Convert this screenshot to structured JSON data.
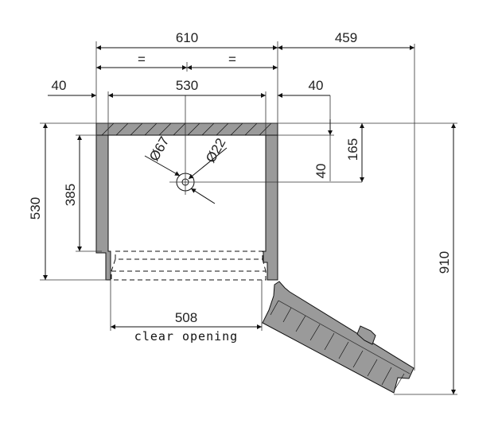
{
  "dimensions": {
    "overall_width": "610",
    "equal_left": "=",
    "equal_right": "=",
    "extension_width": "459",
    "left_offset": "40",
    "inner_width": "530",
    "right_offset": "40",
    "overall_depth_left": "530",
    "inner_depth": "385",
    "hole_large_dia": "Ø67",
    "hole_small_dia": "Ø22",
    "hole_offset": "40",
    "hole_position": "165",
    "total_depth": "910",
    "opening_width": "508"
  },
  "labels": {
    "clear_opening": "clear opening"
  },
  "colors": {
    "wall_fill": "#9a9a9a",
    "line": "#111111"
  }
}
